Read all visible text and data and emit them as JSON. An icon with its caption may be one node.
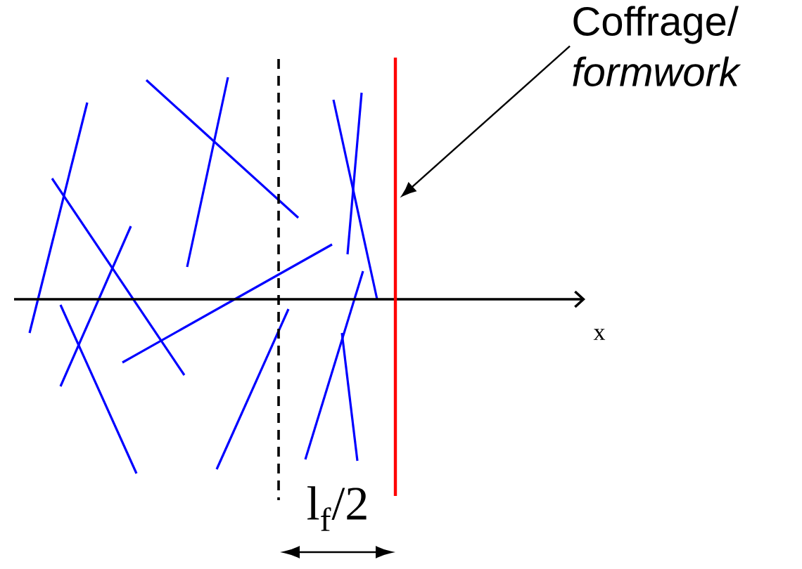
{
  "diagram": {
    "nodes": [
      {
        "text": [
          "Coffrage/ *formwork*"
        ]
      },
      {
        "text": [],
        "shape": "line"
      }
    ],
    "edges": [
      {
        "from": 0,
        "to": 1,
        "arrow": "to"
      }
    ],
    "labels": [
      "x",
      "l$_{f}$/2"
    ]
  }
}
